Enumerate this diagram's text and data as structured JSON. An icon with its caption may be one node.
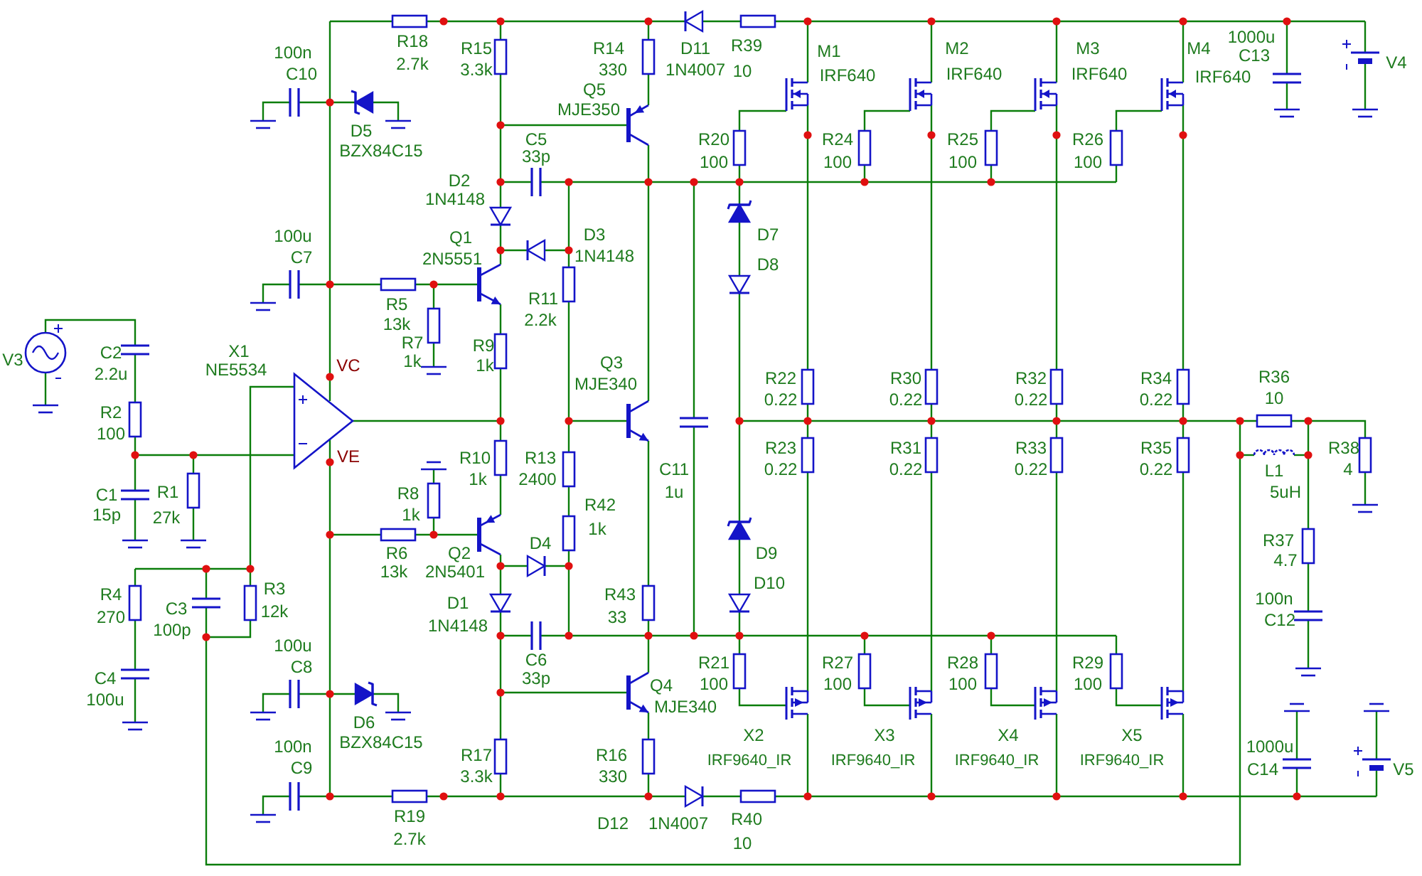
{
  "diagram": {
    "labels": [
      "R18",
      "2.7k",
      "R15",
      "3.3k",
      "R14",
      "330",
      "D11",
      "1N4007",
      "R39",
      "10",
      "M1",
      "IRF640",
      "M2",
      "IRF640",
      "M3",
      "IRF640",
      "M4",
      "1000u",
      "C13",
      "IRF640",
      "V4",
      "100n",
      "C10",
      "Q5",
      "MJE350",
      "D5",
      "BZX84C15",
      "R20",
      "100",
      "R24",
      "100",
      "R25",
      "100",
      "R26",
      "100",
      "C5",
      "33p",
      "D2",
      "1N4148",
      "D7",
      "D8",
      "100u",
      "C7",
      "Q1",
      "2N5551",
      "D3",
      "1N4148",
      "R11",
      "2.2k",
      "R5",
      "13k",
      "R7",
      "1k",
      "R9",
      "1k",
      "V3",
      "C2",
      "2.2u",
      "X1",
      "NE5534",
      "VC",
      "Q3",
      "MJE340",
      "R22",
      "0.22",
      "R30",
      "0.22",
      "R32",
      "0.22",
      "R34",
      "0.22",
      "R36",
      "10",
      "R2",
      "100",
      "VE",
      "R10",
      "1k",
      "R13",
      "2400",
      "C11",
      "1u",
      "R23",
      "0.22",
      "R31",
      "0.22",
      "R33",
      "0.22",
      "R35",
      "0.22",
      "R38",
      "4",
      "L1",
      "5uH",
      "C1",
      "15p",
      "R1",
      "27k",
      "R8",
      "1k",
      "R42",
      "1k",
      "R37",
      "4.7",
      "R6",
      "13k",
      "Q2",
      "2N5401",
      "D4",
      "D9",
      "D10",
      "R4",
      "270",
      "C3",
      "100p",
      "R3",
      "12k",
      "D1",
      "1N4148",
      "R43",
      "33",
      "100n",
      "C12",
      "100u",
      "C8",
      "C6",
      "33p",
      "R21",
      "100",
      "R27",
      "100",
      "R28",
      "100",
      "R29",
      "100",
      "Q4",
      "MJE340",
      "C4",
      "100u",
      "D6",
      "BZX84C15",
      "X2",
      "IRF9640_IR",
      "X3",
      "IRF9640_IR",
      "X4",
      "IRF9640_IR",
      "X5",
      "IRF9640_IR",
      "1000u",
      "C14",
      "V5",
      "100n",
      "C9",
      "R17",
      "3.3k",
      "R16",
      "330",
      "D12",
      "1N4007",
      "R19",
      "2.7k",
      "R40",
      "10"
    ]
  }
}
